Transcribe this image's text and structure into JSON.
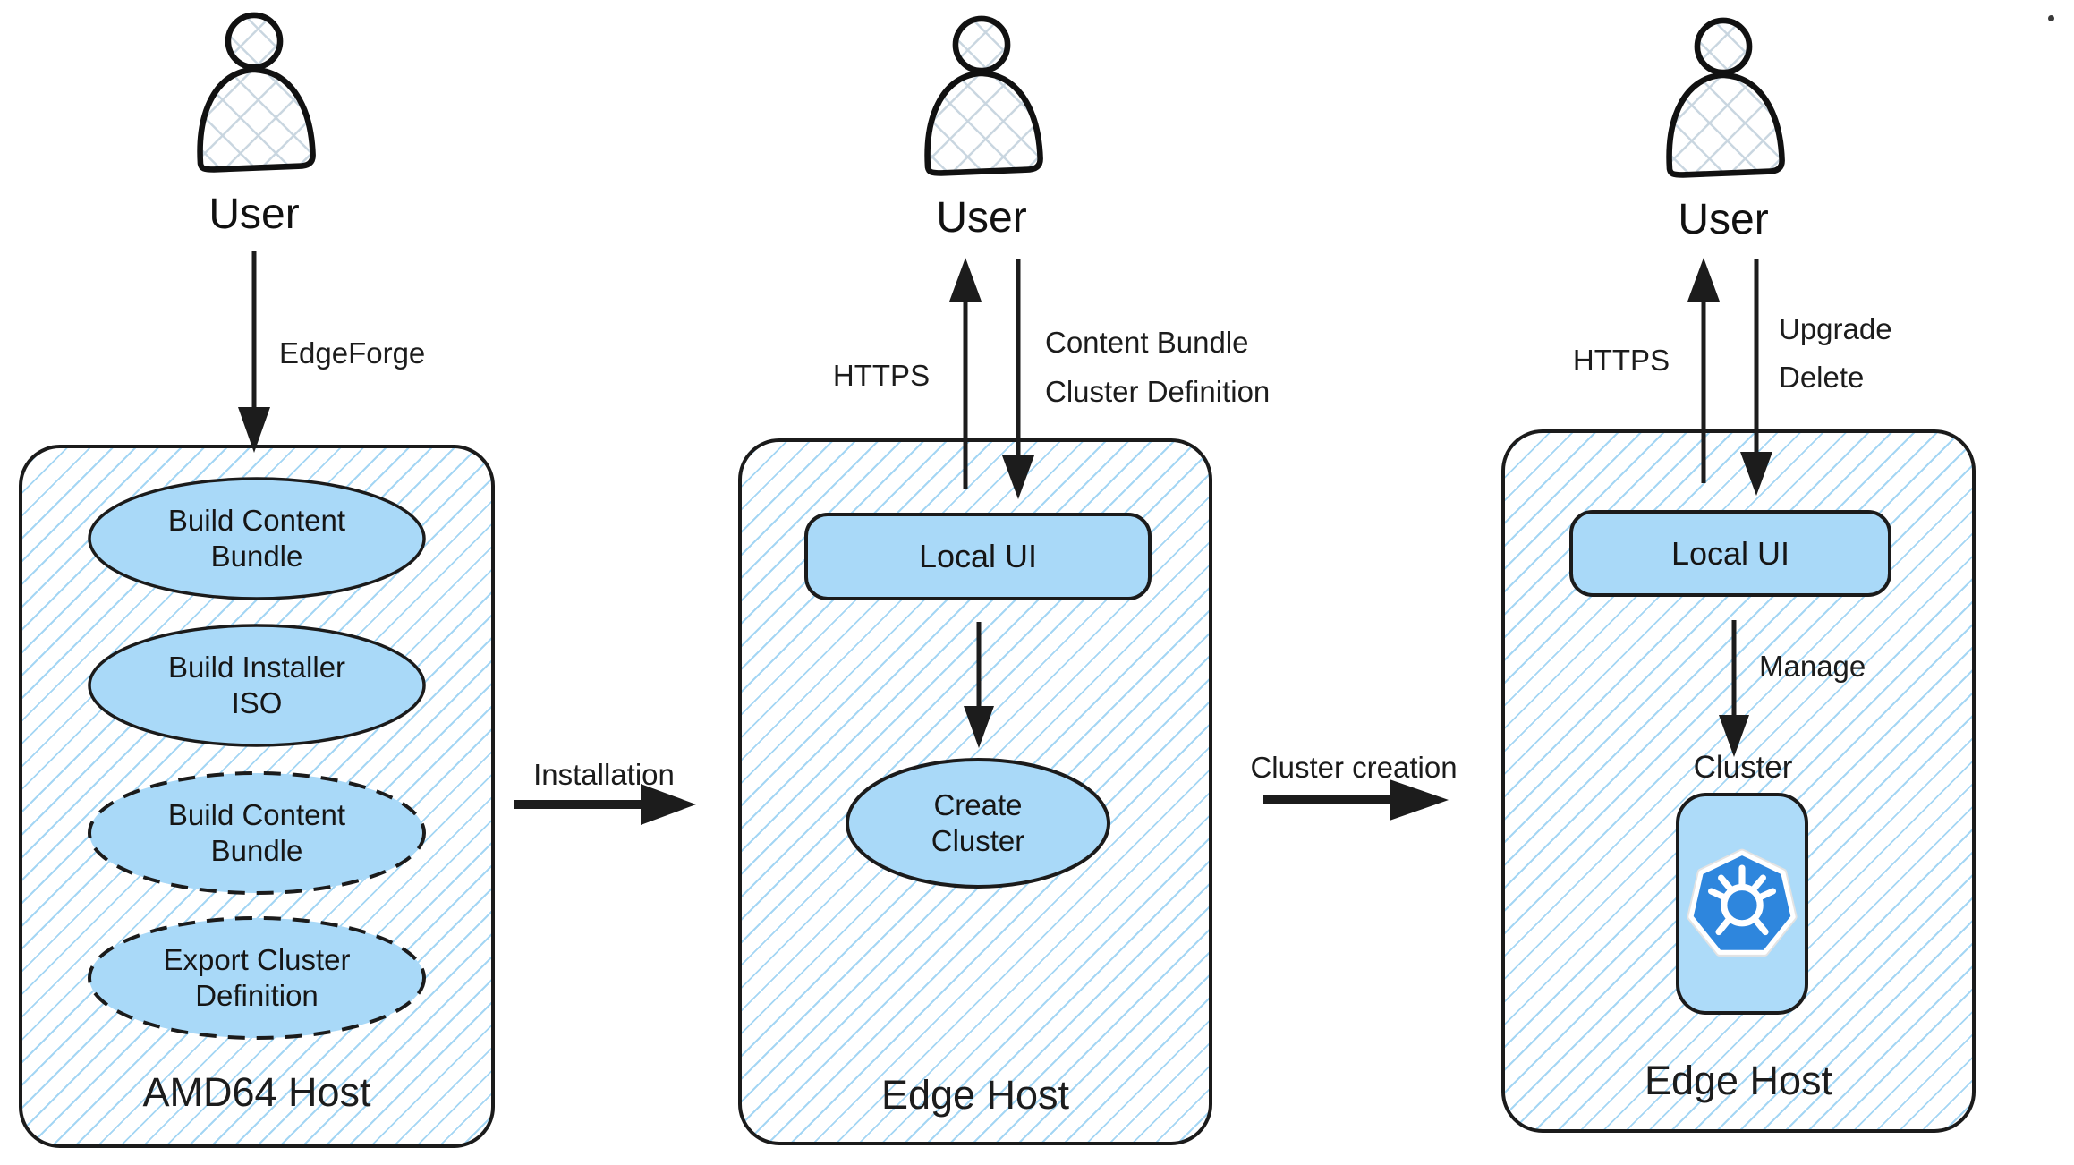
{
  "icons": {
    "user": "user-icon",
    "kubernetes": "kubernetes-icon"
  },
  "colors": {
    "node_fill": "#a9d9f8",
    "hatch_line": "#a4d6f4",
    "outline": "#1b1b1b",
    "kubernetes_blue": "#2e86dd"
  },
  "left": {
    "actor_label": "User",
    "arrow_label": "EdgeForge",
    "nodes": [
      {
        "label": "Build Content Bundle",
        "border": "solid"
      },
      {
        "label": "Build Installer ISO",
        "border": "solid"
      },
      {
        "label": "Build Content Bundle",
        "border": "dashed"
      },
      {
        "label": "Export Cluster Definition",
        "border": "dashed"
      }
    ],
    "panel_title": "AMD64 Host"
  },
  "flows": {
    "left_to_middle": "Installation",
    "middle_to_right": "Cluster creation"
  },
  "middle": {
    "actor_label": "User",
    "up_arrow_label": "HTTPS",
    "down_arrow_labels": [
      "Content Bundle",
      "Cluster Definition"
    ],
    "local_ui_label": "Local UI",
    "node_label": "Create Cluster",
    "panel_title": "Edge Host"
  },
  "right": {
    "actor_label": "User",
    "up_arrow_label": "HTTPS",
    "down_arrow_labels": [
      "Upgrade",
      "Delete"
    ],
    "local_ui_label": "Local UI",
    "manage_arrow_label": "Manage",
    "cluster_label": "Cluster",
    "panel_title": "Edge Host"
  }
}
